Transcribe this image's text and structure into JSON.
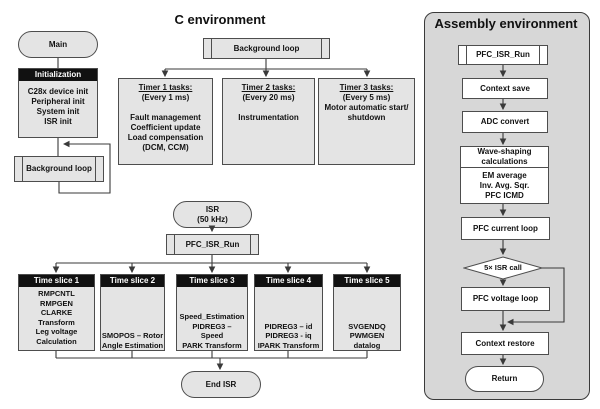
{
  "titles": {
    "c_environment": "C environment",
    "assembly_environment": "Assembly environment"
  },
  "left_flow": {
    "main_label": "Main",
    "initialization": {
      "header": "Initialization",
      "lines": [
        "C28x device init",
        "Peripheral init",
        "System init",
        "ISR init"
      ]
    },
    "background_loop_label": "Background loop"
  },
  "c_environment": {
    "background_loop_label": "Background loop",
    "timers": [
      {
        "title": "Timer 1 tasks:",
        "period": "(Every 1 ms)",
        "tasks": [
          "Fault management",
          "Coefficient update",
          "Load compensation",
          "(DCM, CCM)"
        ]
      },
      {
        "title": "Timer 2 tasks:",
        "period": "(Every 20 ms)",
        "tasks": [
          "Instrumentation"
        ]
      },
      {
        "title": "Timer 3 tasks:",
        "period": "(Every 5 ms)",
        "tasks": [
          "Motor automatic start/",
          "shutdown"
        ]
      }
    ],
    "isr_label": [
      "ISR",
      "(50 kHz)"
    ],
    "pfc_isr_run_label": "PFC_ISR_Run",
    "time_slices": [
      {
        "header": "Time slice 1",
        "items": [
          "RMPCNTL",
          "RMPGEN",
          "CLARKE",
          "Transform",
          "Leg voltage",
          "Calculation"
        ]
      },
      {
        "header": "Time slice 2",
        "items": [
          "SMOPOS – Rotor",
          "Angle Estimation"
        ]
      },
      {
        "header": "Time slice 3",
        "items": [
          "Speed_Estimation",
          "PIDREG3 –",
          "Speed",
          "PARK Transform"
        ]
      },
      {
        "header": "Time slice 4",
        "items": [
          "PIDREG3 – id",
          "PIDREG3 - iq",
          "IPARK Transform"
        ]
      },
      {
        "header": "Time slice 5",
        "items": [
          "SVGENDQ",
          "PWMGEN",
          "datalog"
        ]
      }
    ],
    "end_isr_label": "End ISR"
  },
  "assembly": {
    "pfc_isr_run_label": "PFC_ISR_Run",
    "context_save_label": "Context save",
    "adc_convert_label": "ADC convert",
    "wave_shaping_top": [
      "Wave-shaping",
      "calculations"
    ],
    "wave_shaping_bottom": [
      "EM average",
      "Inv. Avg. Sqr.",
      "PFC ICMD"
    ],
    "pfc_current_loop_label": "PFC current loop",
    "decision_label": "5× ISR call",
    "pfc_voltage_loop_label": "PFC voltage loop",
    "context_restore_label": "Context restore",
    "return_label": "Return"
  },
  "colors": {
    "c_box_fill": "#e4e4e4",
    "assembly_container_fill": "#d7d7d7",
    "assembly_box_fill": "#ffffff",
    "header_fill": "#111111",
    "border": "#4d4d4d",
    "line": "#3a3a3a",
    "text": "#111111"
  }
}
